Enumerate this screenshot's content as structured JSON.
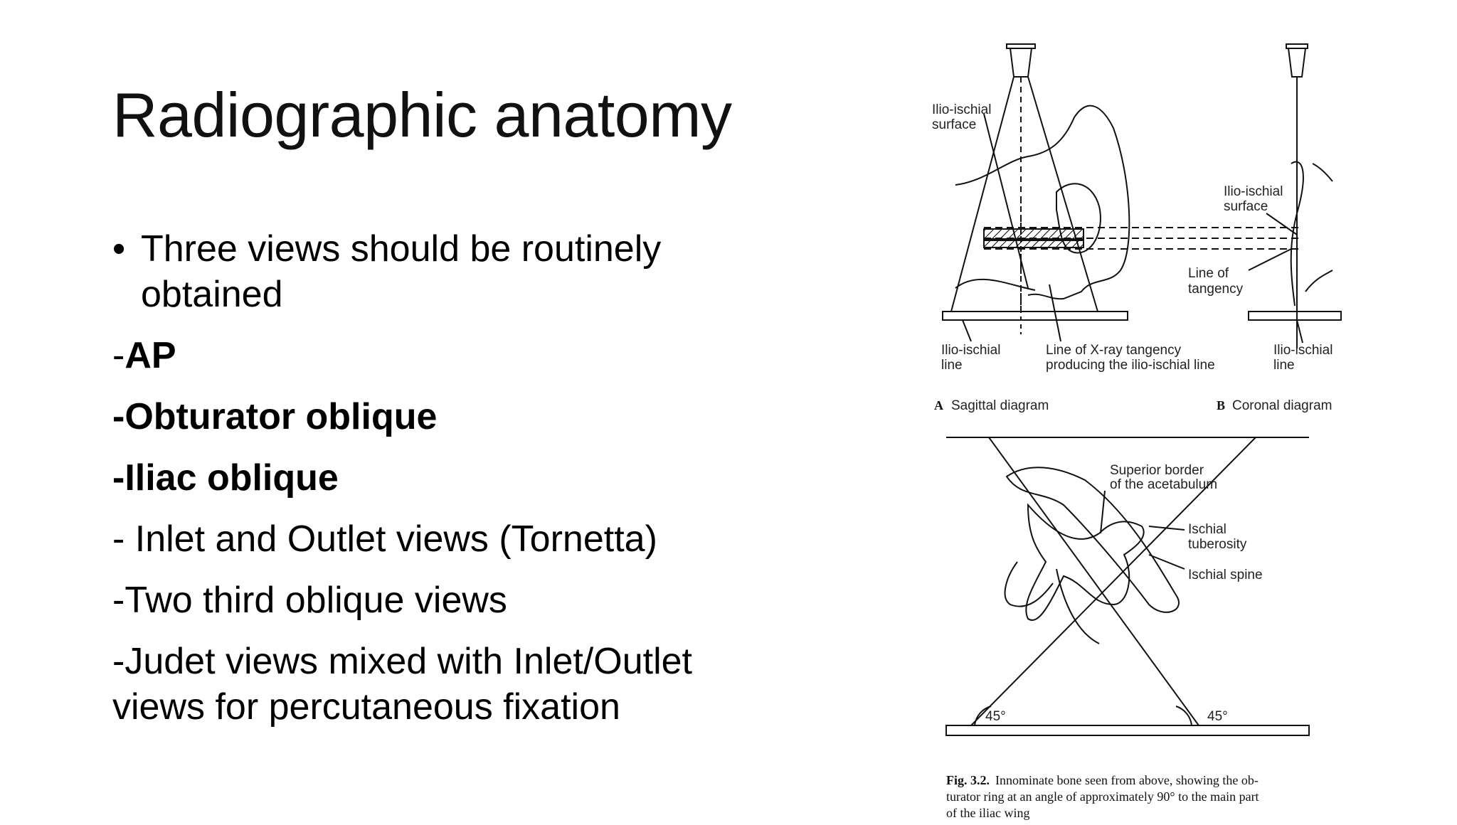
{
  "slide": {
    "title": "Radiographic anatomy",
    "bullet": "Three views should be routinely obtained",
    "lines": [
      {
        "prefix": "-",
        "text": "AP"
      },
      {
        "prefix": "",
        "text": "-Obturator oblique"
      },
      {
        "prefix": "",
        "text": "-Iliac oblique"
      },
      {
        "prefix": "",
        "text": "- Inlet and Outlet views (Tornetta)"
      },
      {
        "prefix": "",
        "text": "-Two third oblique views"
      },
      {
        "prefix": "",
        "text": "-Judet views mixed with Inlet/Outlet views for percutaneous fixation"
      }
    ]
  },
  "figure": {
    "labels": {
      "ilio_ischial_surface_a1": "Ilio-ischial",
      "ilio_ischial_surface_a2": "surface",
      "ilio_ischial_surface_b1": "Ilio-ischial",
      "ilio_ischial_surface_b2": "surface",
      "line_of_tangency_1": "Line of",
      "line_of_tangency_2": "tangency",
      "ilio_ischial_line_a1": "Ilio-ischial",
      "ilio_ischial_line_a2": "line",
      "xray_tangency_1": "Line of X-ray tangency",
      "xray_tangency_2": "producing the ilio-ischial line",
      "ilio_ischial_line_b1": "Ilio-ischial",
      "ilio_ischial_line_b2": "line",
      "sagittal_letter": "A",
      "sagittal": "Sagittal diagram",
      "coronal_letter": "B",
      "coronal": "Coronal diagram",
      "superior_border_1": "Superior border",
      "superior_border_2": "of the acetabulum",
      "ischial_tuberosity_1": "Ischial",
      "ischial_tuberosity_2": "tuberosity",
      "ischial_spine": "Ischial spine",
      "angle_left": "45°",
      "angle_right": "45°"
    },
    "caption": {
      "label": "Fig. 3.2.",
      "line1": "Innominate bone seen from above, showing the ob-",
      "line2": "turator ring at an angle of approximately 90° to the main part",
      "line3": "of the iliac wing"
    }
  }
}
